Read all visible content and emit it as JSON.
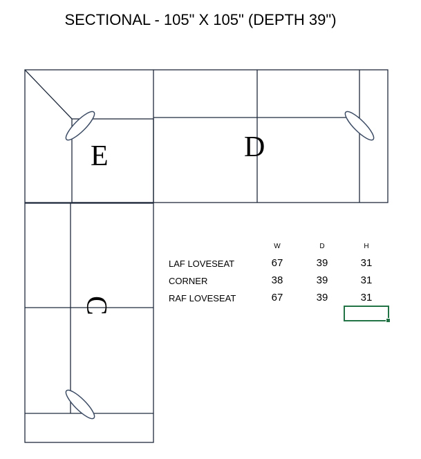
{
  "title": "SECTIONAL - 105\" X 105\" (DEPTH 39\")",
  "diagram": {
    "labels": {
      "corner": "E",
      "raf_loveseat": "D",
      "laf_loveseat": "C"
    },
    "line_color": "#1f2a3c",
    "ellipse_color": "#3b4a63"
  },
  "table": {
    "headers": [
      "W",
      "D",
      "H"
    ],
    "rows": [
      {
        "name": "LAF LOVESEAT",
        "w": "67",
        "d": "39",
        "h": "31"
      },
      {
        "name": "CORNER",
        "w": "38",
        "d": "39",
        "h": "31"
      },
      {
        "name": "RAF LOVESEAT",
        "w": "67",
        "d": "39",
        "h": "31"
      }
    ],
    "selection_color": "#217346"
  }
}
